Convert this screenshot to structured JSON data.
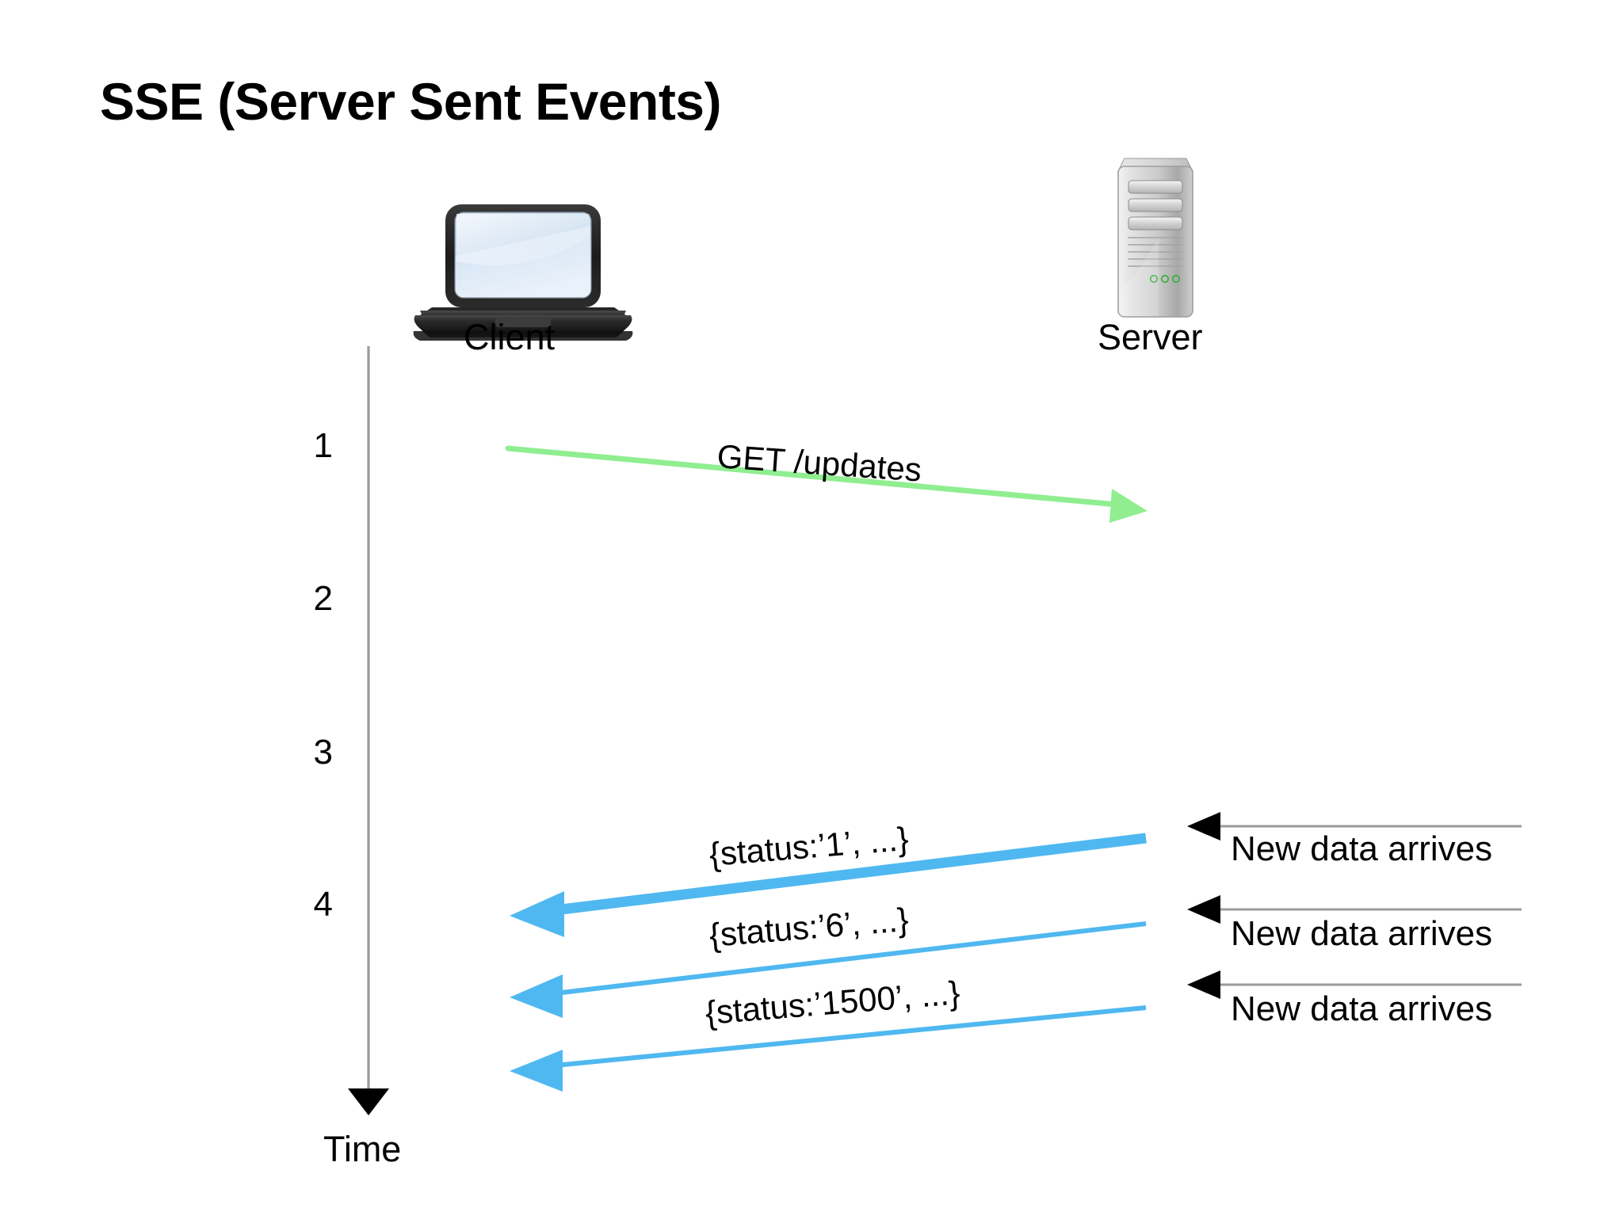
{
  "title": "SSE (Server Sent Events)",
  "nodes": {
    "client": {
      "label": "Client",
      "icon": "laptop-icon"
    },
    "server": {
      "label": "Server",
      "icon": "server-tower-icon"
    }
  },
  "timeline": {
    "axis_label": "Time",
    "ticks": [
      "1",
      "2",
      "3",
      "4"
    ],
    "direction": "downward"
  },
  "messages": [
    {
      "label": "GET /updates",
      "from": "client",
      "to": "server",
      "color": "#90EE90",
      "thickness": "medium",
      "tick": "1"
    },
    {
      "label": "{status:’1’, ...}",
      "from": "server",
      "to": "client",
      "color": "#4FB8F0",
      "thickness": "thick",
      "tick": "4"
    },
    {
      "label": "{status:’6’, ...}",
      "from": "server",
      "to": "client",
      "color": "#4FB8F0",
      "thickness": "thin",
      "tick": "4"
    },
    {
      "label": "{status:’1500’, ...}",
      "from": "server",
      "to": "client",
      "color": "#4FB8F0",
      "thickness": "thin",
      "tick": "4"
    }
  ],
  "annotations": [
    {
      "label": "New data arrives",
      "color": "#000000"
    },
    {
      "label": "New data arrives",
      "color": "#000000"
    },
    {
      "label": "New data arrives",
      "color": "#000000"
    }
  ],
  "colors": {
    "background": "#ffffff",
    "text": "#000000",
    "request_arrow": "#90EE90",
    "response_arrow": "#4FB8F0",
    "axis": "#9a9a9a",
    "annotation_line": "#9a9a9a"
  }
}
